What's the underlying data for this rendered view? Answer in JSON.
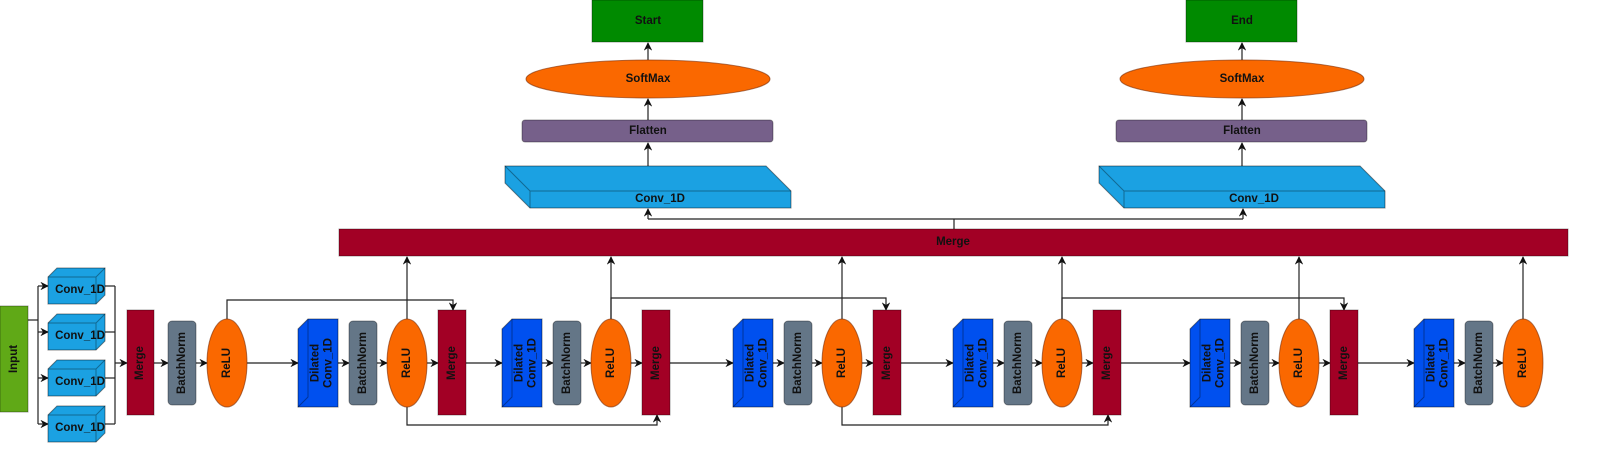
{
  "input": {
    "label": "Input"
  },
  "branch_convs": [
    {
      "label": "Conv_1D"
    },
    {
      "label": "Conv_1D"
    },
    {
      "label": "Conv_1D"
    },
    {
      "label": "Conv_1D"
    }
  ],
  "first_stage": {
    "merge": "Merge",
    "batchnorm": "BatchNorm",
    "relu": "ReLU"
  },
  "blocks": [
    {
      "dilated": [
        "Dilated",
        "Conv_1D"
      ],
      "batchnorm": "BatchNorm",
      "relu": "ReLU",
      "merge": "Merge"
    },
    {
      "dilated": [
        "Dilated",
        "Conv_1D"
      ],
      "batchnorm": "BatchNorm",
      "relu": "ReLU",
      "merge": "Merge"
    },
    {
      "dilated": [
        "Dilated",
        "Conv_1D"
      ],
      "batchnorm": "BatchNorm",
      "relu": "ReLU",
      "merge": "Merge"
    },
    {
      "dilated": [
        "Dilated",
        "Conv_1D"
      ],
      "batchnorm": "BatchNorm",
      "relu": "ReLU",
      "merge": "Merge"
    },
    {
      "dilated": [
        "Dilated",
        "Conv_1D"
      ],
      "batchnorm": "BatchNorm",
      "relu": "ReLU",
      "merge": "Merge"
    },
    {
      "dilated": [
        "Dilated",
        "Conv_1D"
      ],
      "batchnorm": "BatchNorm",
      "relu": "ReLU"
    }
  ],
  "main_merge": {
    "label": "Merge"
  },
  "heads": [
    {
      "conv": "Conv_1D",
      "flatten": "Flatten",
      "softmax": "SoftMax",
      "output": "Start"
    },
    {
      "conv": "Conv_1D",
      "flatten": "Flatten",
      "softmax": "SoftMax",
      "output": "End"
    }
  ],
  "colors": {
    "input": "#60a917",
    "conv": "#1ba1e2",
    "dilated_conv": "#0050ef",
    "merge": "#a20025",
    "batchnorm": "#647687",
    "relu": "#fa6800",
    "flatten": "#76608a",
    "output": "#008a00"
  }
}
